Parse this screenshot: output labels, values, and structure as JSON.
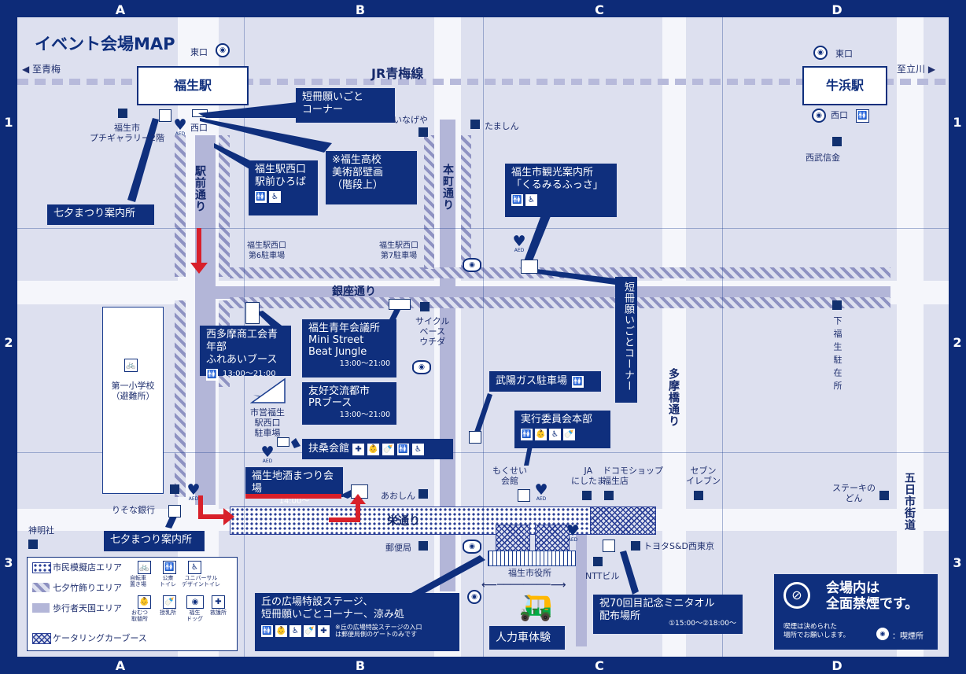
{
  "title": "イベント会場MAP",
  "grid": {
    "columns": [
      "A",
      "B",
      "C",
      "D"
    ],
    "rows": [
      "1",
      "2",
      "3"
    ]
  },
  "rail": {
    "name": "JR青梅線",
    "to_west": "◀ 至青梅",
    "to_east": "至立川 ▶"
  },
  "stations": [
    {
      "name": "福生駅",
      "east_exit": "東口",
      "west_exit": "西口"
    },
    {
      "name": "牛浜駅",
      "east_exit": "東口",
      "west_exit": "西口"
    }
  ],
  "roads": {
    "ekimae": "駅前通り",
    "honcho": "本町通り",
    "ginza": "銀座通り",
    "sakae": "栄通り",
    "tamabashi": "多摩橋通り",
    "itsukaichi": "五日市街道"
  },
  "callouts": {
    "tanzaku_top": "短冊願いごと\nコーナー",
    "mural": "※福生高校\n 美術部壁画\n（階段上）",
    "west_plaza": "福生駅西口\n駅前ひろば",
    "info_top": "七夕まつり案内所",
    "kanko": "福生市観光案内所\n「くるみるふっさ」",
    "tanzaku_side": "短冊願いごとコーナー",
    "tamashoko": "西多摩商工会青年部\nふれあいブース",
    "tamashoko_time": "13:00〜21:00",
    "seinen": "福生青年会議所\nMini Street\nBeat Jungle",
    "seinen_time": "13:00〜21:00",
    "yuko": "友好交流都市\nPRブース",
    "yuko_time": "13:00〜21:00",
    "gas": "武陽ガス駐車場",
    "jikko": "実行委員会本部",
    "fuso": "扶桑会館",
    "jizake": "福生地酒まつり会場",
    "jizake_time": "14:00〜",
    "info_bottom": "七夕まつり案内所",
    "oka": "丘の広場特設ステージ、\n短冊願いごとコーナー、涼み処",
    "oka_note": "※丘の広場特設ステージの入口\nは郵便局側のゲートのみです",
    "jinrikisha": "人力車体験",
    "towel": "祝70回目記念ミニタオル\n配布場所",
    "towel_time": "①15:00〜②18:00〜"
  },
  "places": {
    "gallery": "福生市\nプチギャラリー2階",
    "inageya": "いなげや",
    "tamashin": "たましん",
    "seibu": "西武信金",
    "p6": "福生駅西口\n第6駐車場",
    "p7": "福生駅西口\n第7駐車場",
    "cycle": "サイクル\nベース\nウチダ",
    "school": "第一小学校\n（避難所）",
    "municipal_p": "市営福生\n駅西口\n駐車場",
    "koban": "下\n福\n生\n駐\n在\n所",
    "mokusei": "もくせい\n会館",
    "ja": "JA\nにしたま",
    "docomo": "ドコモショップ\n福生店",
    "seven": "セブン\nイレブン",
    "steak": "ステーキの\nどん",
    "resona": "りそな銀行",
    "shinmei": "神明社",
    "aoshin": "あおしん",
    "post": "郵便局",
    "cityhall": "福生市役所",
    "toyota": "トヨタS&D西東京",
    "ntt": "NTTビル"
  },
  "legend": {
    "areas": [
      "市民模擬店エリア",
      "七夕竹飾りエリア",
      "歩行者天国エリア",
      "ケータリングカーブース"
    ],
    "icons": [
      "自転車\n置き場",
      "公衆\nトイレ",
      "ユニバーサル\nデザイントイレ",
      "おむつ\n取替所",
      "授乳所",
      "福生\nドッグ",
      "救護所"
    ]
  },
  "notice": {
    "title": "会場内は\n全面禁煙です。",
    "sub": "喫煙は決められた\n場所でお願いします。",
    "smoking_area": "：喫煙所"
  },
  "icon_names": [
    "restroom-icon",
    "accessible-icon",
    "first-aid-icon",
    "baby-icon",
    "bottle-icon",
    "bicycle-icon",
    "smoking-icon",
    "aed-heart-icon",
    "no-smoking-icon"
  ],
  "colors": {
    "frame": "#0d2b78",
    "map": "#dde0ef",
    "callout": "#0f2f7d",
    "arrow": "#d8202a"
  }
}
